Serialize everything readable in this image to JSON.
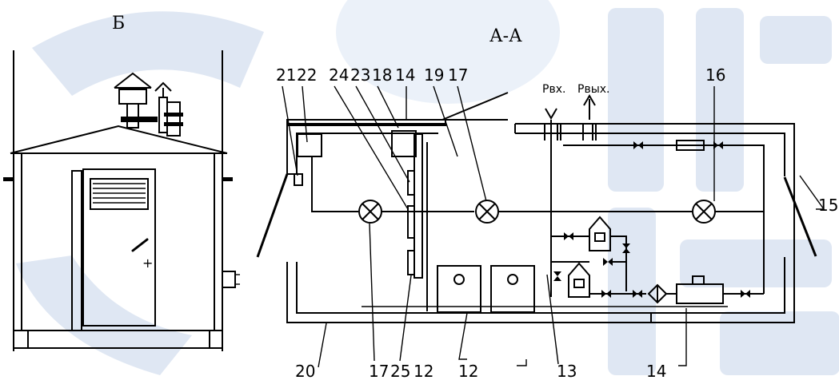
{
  "watermark_color": "#dfe7f3",
  "accent_color": "#c7d8ef",
  "views": {
    "side_view_label": "Б",
    "section_label": "А-А"
  },
  "pressure": {
    "inlet": "Рвх.",
    "outlet": "Рвых."
  },
  "callouts_top": [
    "21",
    "22",
    "24",
    "23",
    "18",
    "14",
    "19",
    "17",
    "16"
  ],
  "callouts_bottom": [
    "20",
    "17",
    "25",
    "12",
    "12",
    "13",
    "14"
  ],
  "callout_right": "15",
  "icons": [
    "heater-icon",
    "gas-valve-icon",
    "pressure-regulator-icon",
    "filter-icon",
    "gas-meter-icon",
    "boiler-icon",
    "deflector-icon"
  ]
}
